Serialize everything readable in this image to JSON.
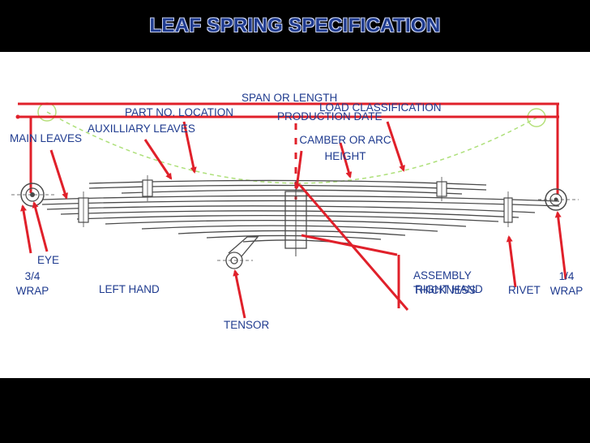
{
  "header": {
    "title": "LEAF SPRING SPECIFICATION"
  },
  "labels": {
    "span_or_length": "SPAN OR LENGTH",
    "part_no_location": "PART NO. LOCATION",
    "production_date": "PRODUCTION DATE",
    "load_classification": "LOAD CLASSIFICATION",
    "auxilliary_leaves": "AUXILLIARY LEAVES",
    "main_leaves": "MAIN LEAVES",
    "camber_or_arc_height": "CAMBER OR ARC HEIGHT",
    "eye": "EYE",
    "three_quarter_wrap": "3/4 WRAP",
    "left_hand": "LEFT HAND",
    "assembly_thickness": "ASSEMBLY THICKNESS",
    "right_hand": "RIGHT HAND",
    "rivet": "RIVET",
    "quarter_wrap": "1/4 WRAP",
    "tensor": "TENSOR"
  },
  "colors": {
    "title": "#1f3b8f",
    "label_text": "#1f3b8f",
    "dimension_line": "#e0202a",
    "callout_arrow": "#e0202a",
    "drawing": "#4a4a4a",
    "highlight_circle": "#b5e07a"
  }
}
